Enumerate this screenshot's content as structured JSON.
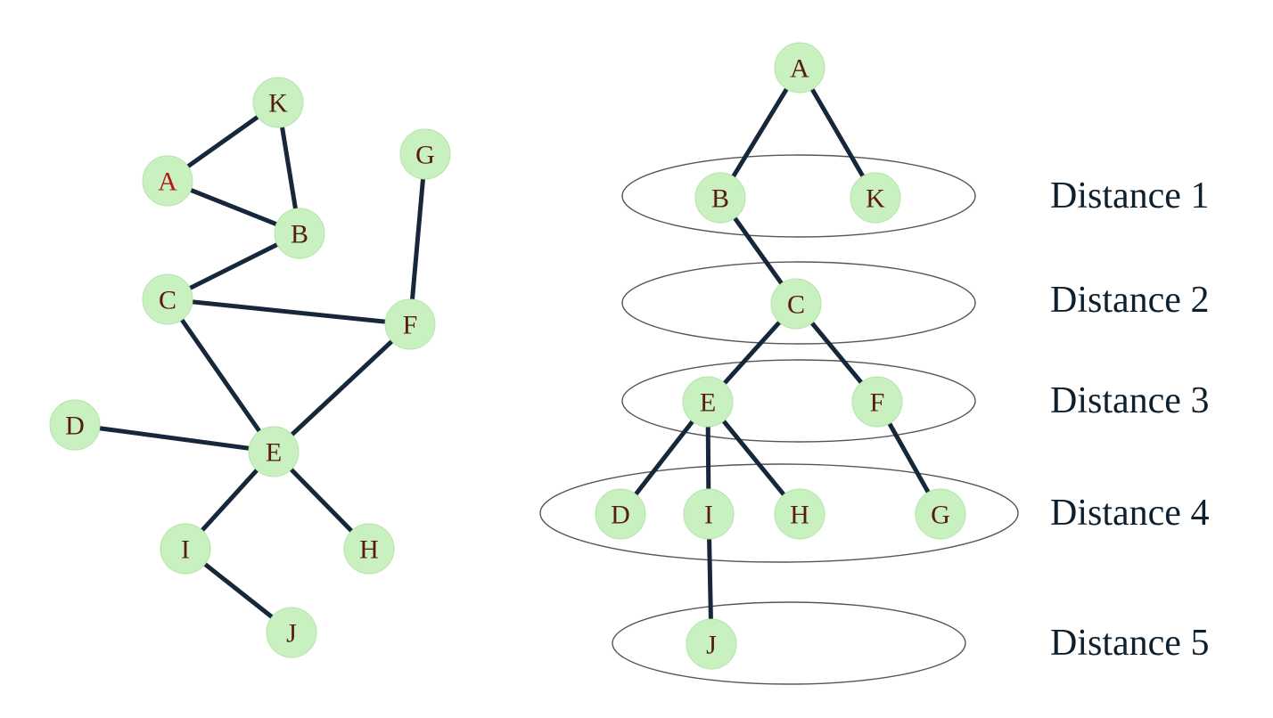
{
  "node_fill": "#c9f1c0",
  "edge_color": "#17273a",
  "label_color": "#0e1f2e",
  "graph": {
    "nodes": [
      {
        "id": "A",
        "label": "A",
        "color": "#b01c1c"
      },
      {
        "id": "K",
        "label": "K",
        "color": "#5a1a14"
      },
      {
        "id": "B",
        "label": "B",
        "color": "#5a1a14"
      },
      {
        "id": "G",
        "label": "G",
        "color": "#5a1a14"
      },
      {
        "id": "C",
        "label": "C",
        "color": "#5a1a14"
      },
      {
        "id": "F",
        "label": "F",
        "color": "#5a1a14"
      },
      {
        "id": "D",
        "label": "D",
        "color": "#5a1a14"
      },
      {
        "id": "E",
        "label": "E",
        "color": "#5a1a14"
      },
      {
        "id": "I",
        "label": "I",
        "color": "#5a1a14"
      },
      {
        "id": "H",
        "label": "H",
        "color": "#5a1a14"
      },
      {
        "id": "J",
        "label": "J",
        "color": "#5a1a14"
      }
    ],
    "edges": [
      [
        "A",
        "K"
      ],
      [
        "A",
        "B"
      ],
      [
        "K",
        "B"
      ],
      [
        "B",
        "C"
      ],
      [
        "C",
        "F"
      ],
      [
        "G",
        "F"
      ],
      [
        "C",
        "E"
      ],
      [
        "F",
        "E"
      ],
      [
        "D",
        "E"
      ],
      [
        "E",
        "I"
      ],
      [
        "E",
        "H"
      ],
      [
        "I",
        "J"
      ]
    ]
  },
  "tree": {
    "nodes": [
      {
        "id": "A",
        "label": "A"
      },
      {
        "id": "B",
        "label": "B"
      },
      {
        "id": "K",
        "label": "K"
      },
      {
        "id": "C",
        "label": "C"
      },
      {
        "id": "E",
        "label": "E"
      },
      {
        "id": "F",
        "label": "F"
      },
      {
        "id": "D",
        "label": "D"
      },
      {
        "id": "I",
        "label": "I"
      },
      {
        "id": "H",
        "label": "H"
      },
      {
        "id": "G",
        "label": "G"
      },
      {
        "id": "J",
        "label": "J"
      }
    ],
    "edges": [
      [
        "A",
        "B"
      ],
      [
        "A",
        "K"
      ],
      [
        "B",
        "C"
      ],
      [
        "C",
        "E"
      ],
      [
        "C",
        "F"
      ],
      [
        "E",
        "D"
      ],
      [
        "E",
        "I"
      ],
      [
        "E",
        "H"
      ],
      [
        "F",
        "G"
      ],
      [
        "I",
        "J"
      ]
    ],
    "levels": [
      {
        "label": "Distance 1",
        "distance": 1
      },
      {
        "label": "Distance 2",
        "distance": 2
      },
      {
        "label": "Distance 3",
        "distance": 3
      },
      {
        "label": "Distance 4",
        "distance": 4
      },
      {
        "label": "Distance 5",
        "distance": 5
      }
    ]
  }
}
